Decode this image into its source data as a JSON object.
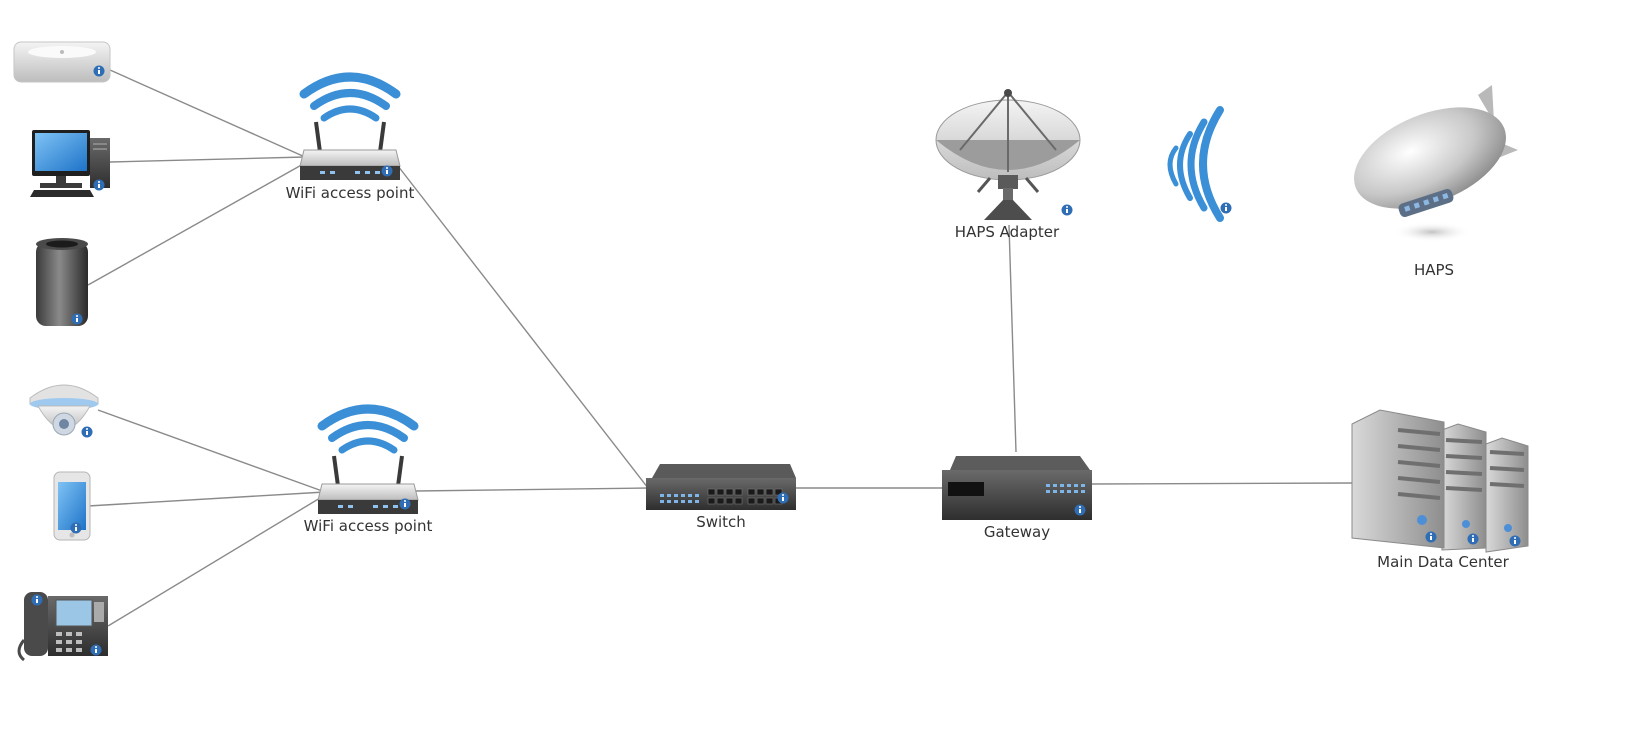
{
  "labels": {
    "ap_top": "WiFi access point",
    "ap_bottom": "WiFi access point",
    "switch": "Switch",
    "gateway": "Gateway",
    "haps_adapter": "HAPS Adapter",
    "haps": "HAPS",
    "data_center": "Main Data Center"
  },
  "colors": {
    "line": "#8a8a8a",
    "wifi_blue": "#3a8fd6",
    "info_badge": "#2f6db5",
    "label": "#333333"
  },
  "icons": [
    "mac-mini-icon",
    "desktop-computer-icon",
    "mac-pro-icon",
    "dome-camera-icon",
    "smartphone-icon",
    "ip-phone-icon",
    "wifi-router-icon",
    "network-switch-icon",
    "gateway-icon",
    "satellite-dish-icon",
    "radio-wave-icon",
    "airship-icon",
    "server-rack-icon",
    "info-icon"
  ]
}
